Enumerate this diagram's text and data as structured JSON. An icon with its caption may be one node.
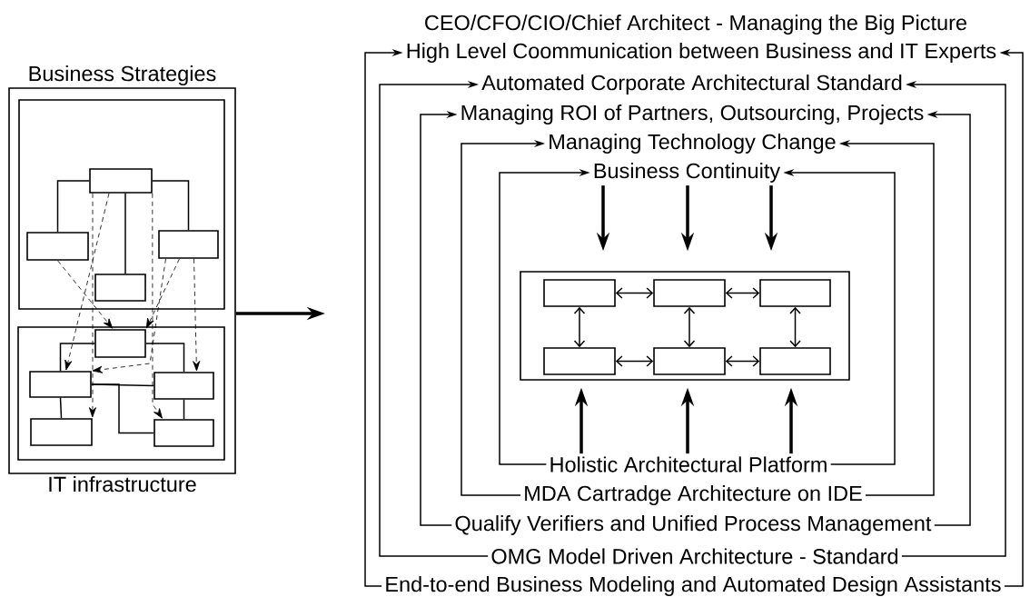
{
  "diagram": {
    "title": "CEO/CFO/CIO/Chief Architect - Managing the Big Picture",
    "nodes": [
      {
        "text": [
          "Business Strategies",
          "IT infrastructure"
        ]
      },
      {
        "text": [],
        "shape": "box",
        "in": 0
      },
      {
        "text": [],
        "shape": "box",
        "in": 1
      },
      {
        "text": [],
        "shape": "box",
        "in": 1
      },
      {
        "text": [],
        "shape": "box",
        "in": 1
      },
      {
        "text": [],
        "shape": "box",
        "in": 1
      },
      {
        "text": [],
        "shape": "box",
        "in": 0
      },
      {
        "text": [],
        "shape": "box",
        "in": 6
      },
      {
        "text": [],
        "shape": "box",
        "in": 6
      },
      {
        "text": [],
        "shape": "box",
        "in": 6
      },
      {
        "text": [],
        "shape": "box",
        "in": 6
      },
      {
        "text": [],
        "shape": "box",
        "in": 6
      },
      {
        "text": [
          "High Level Coommunication between Business and IT Experts"
        ]
      },
      {
        "text": [
          "Automated Corporate Architectural Standard"
        ]
      },
      {
        "text": [
          "Managing ROI of Partners, Outsourcing, Projects"
        ]
      },
      {
        "text": [
          "Managing Technology Change"
        ]
      },
      {
        "text": [
          "Business Continuity"
        ]
      },
      {
        "text": [],
        "shape": "box"
      },
      {
        "text": [],
        "shape": "box",
        "in": 17
      },
      {
        "text": [],
        "shape": "box",
        "in": 17
      },
      {
        "text": [],
        "shape": "box",
        "in": 17
      },
      {
        "text": [],
        "shape": "box",
        "in": 17
      },
      {
        "text": [],
        "shape": "box",
        "in": 17
      },
      {
        "text": [],
        "shape": "box",
        "in": 17
      },
      {
        "text": [
          "Holistic Architectural Platform"
        ]
      },
      {
        "text": [
          "MDA Cartradge Architecture on IDE"
        ]
      },
      {
        "text": [
          "Qualify Verifiers and Unified Process Management"
        ]
      },
      {
        "text": [
          "OMG Model Driven Architecture - Standard"
        ]
      },
      {
        "text": [
          "End-to-end Business Modeling and Automated Design Assistants"
        ]
      }
    ],
    "edges": [
      {
        "from": 2,
        "to": 3,
        "arrow": "none"
      },
      {
        "from": 2,
        "to": 4,
        "arrow": "none"
      },
      {
        "from": 2,
        "to": 5,
        "arrow": "none"
      },
      {
        "from": 7,
        "to": 8,
        "arrow": "none"
      },
      {
        "from": 7,
        "to": 9,
        "arrow": "none"
      },
      {
        "from": 8,
        "to": 9,
        "arrow": "none"
      },
      {
        "from": 8,
        "to": 10,
        "arrow": "none"
      },
      {
        "from": 9,
        "to": 11,
        "arrow": "none"
      },
      {
        "from": 8,
        "to": 11,
        "arrow": "none"
      },
      {
        "from": 3,
        "to": 7,
        "arrow": "to",
        "style": "dashed"
      },
      {
        "from": 4,
        "to": 7,
        "arrow": "to",
        "style": "dashed"
      },
      {
        "from": 2,
        "to": 8,
        "arrow": "to",
        "style": "dashed"
      },
      {
        "from": 2,
        "to": 10,
        "arrow": "to",
        "style": "dashed"
      },
      {
        "from": 4,
        "to": 8,
        "arrow": "to",
        "style": "dashed"
      },
      {
        "from": 4,
        "to": 9,
        "arrow": "to",
        "style": "dashed"
      },
      {
        "from": 2,
        "to": 11,
        "arrow": "to",
        "style": "dashed"
      },
      {
        "from": 0,
        "to": null,
        "arrow": "to",
        "style": "thick"
      },
      {
        "from": 28,
        "to": 12,
        "arrow": "to"
      },
      {
        "from": 28,
        "to": 12,
        "arrow": "to"
      },
      {
        "from": 27,
        "to": 13,
        "arrow": "to"
      },
      {
        "from": 27,
        "to": 13,
        "arrow": "to"
      },
      {
        "from": 26,
        "to": 14,
        "arrow": "to"
      },
      {
        "from": 26,
        "to": 14,
        "arrow": "to"
      },
      {
        "from": 25,
        "to": 15,
        "arrow": "to"
      },
      {
        "from": 25,
        "to": 15,
        "arrow": "to"
      },
      {
        "from": 24,
        "to": 16,
        "arrow": "to"
      },
      {
        "from": 24,
        "to": 16,
        "arrow": "to"
      },
      {
        "from": 16,
        "to": 17,
        "arrow": "to",
        "style": "thick"
      },
      {
        "from": 16,
        "to": 17,
        "arrow": "to",
        "style": "thick"
      },
      {
        "from": 16,
        "to": 17,
        "arrow": "to",
        "style": "thick"
      },
      {
        "from": 24,
        "to": 17,
        "arrow": "to",
        "style": "thick"
      },
      {
        "from": 24,
        "to": 17,
        "arrow": "to",
        "style": "thick"
      },
      {
        "from": 24,
        "to": 17,
        "arrow": "to",
        "style": "thick"
      },
      {
        "from": 18,
        "to": 19,
        "arrow": "both"
      },
      {
        "from": 19,
        "to": 20,
        "arrow": "both"
      },
      {
        "from": 21,
        "to": 22,
        "arrow": "both"
      },
      {
        "from": 22,
        "to": 23,
        "arrow": "both"
      },
      {
        "from": 18,
        "to": 21,
        "arrow": "both"
      },
      {
        "from": 19,
        "to": 22,
        "arrow": "both"
      },
      {
        "from": 20,
        "to": 23,
        "arrow": "both"
      }
    ]
  }
}
